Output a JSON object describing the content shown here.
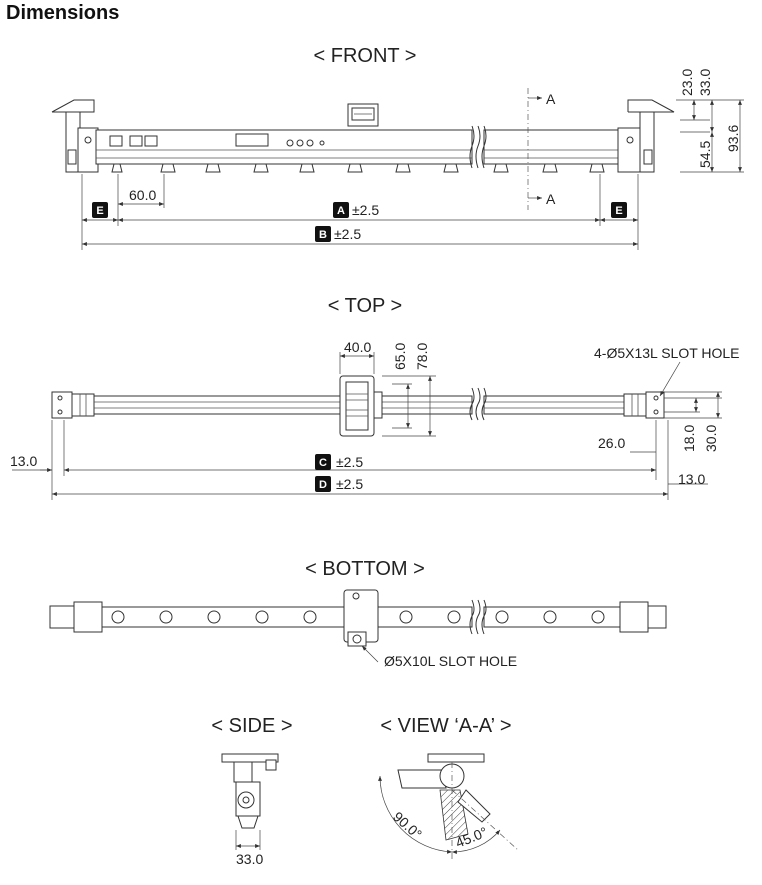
{
  "heading": "Dimensions",
  "views": {
    "front": "< FRONT >",
    "top": "< TOP >",
    "bottom": "< BOTTOM >",
    "side": "< SIDE >",
    "section": "< VIEW ‘A-A’ >"
  },
  "front": {
    "pitch": "60.0",
    "d23": "23.0",
    "d33": "33.0",
    "d54": "54.5",
    "d93": "93.6",
    "section_mark": "A",
    "tol_a": "±2.5",
    "tol_b": "±2.5",
    "tag_a": "A",
    "tag_b": "B",
    "tag_e": "E"
  },
  "top": {
    "d40": "40.0",
    "d65": "65.0",
    "d78": "78.0",
    "slot_note": "4-Ø5X13L SLOT HOLE",
    "d26": "26.0",
    "d18": "18.0",
    "d30": "30.0",
    "d13_left": "13.0",
    "d13_right": "13.0",
    "tol_c": "±2.5",
    "tol_d": "±2.5",
    "tag_c": "C",
    "tag_d": "D"
  },
  "bottom": {
    "slot_note": "Ø5X10L SLOT HOLE"
  },
  "side": {
    "width": "33.0"
  },
  "section": {
    "angle_90": "90.0°",
    "angle_45": "45.0°"
  }
}
